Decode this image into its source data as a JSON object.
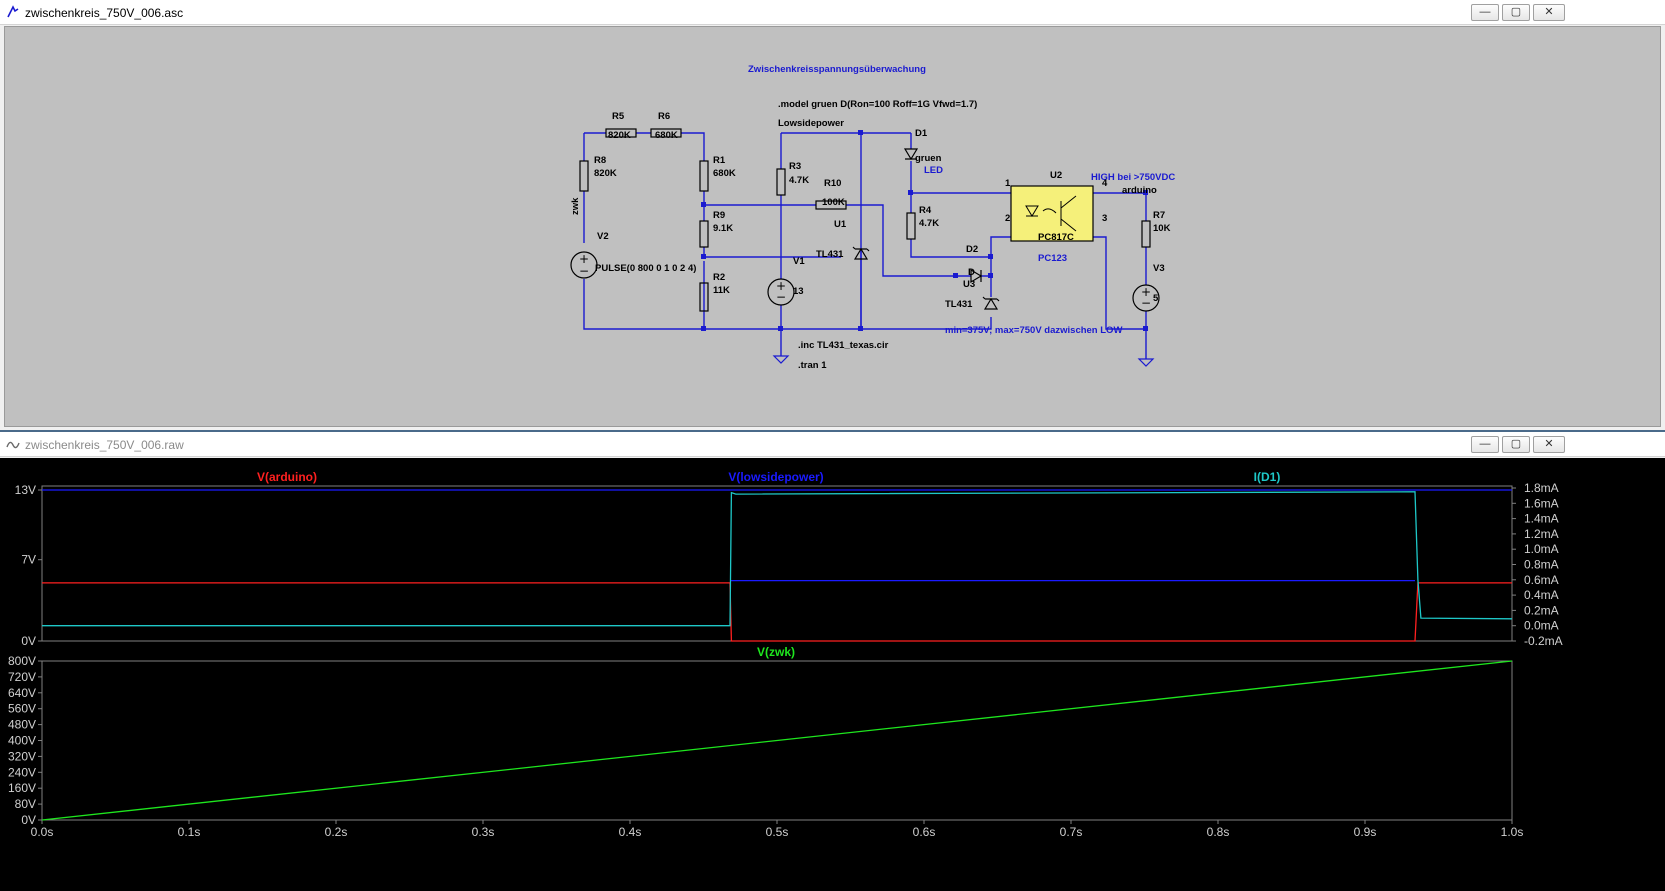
{
  "schematic_window": {
    "title": "zwischenkreis_750V_006.asc",
    "buttons": {
      "minimize": "—",
      "maximize": "▢",
      "close": "✕"
    }
  },
  "schematic": {
    "title_text": "Zwischenkreisspannungsüberwachung",
    "model_directive": ".model gruen D(Ron=100 Roff=1G Vfwd=1.7)",
    "inc_directive": ".inc TL431_texas.cir",
    "tran_directive": ".tran 1",
    "note_high": "HIGH bei >750VDC",
    "note_range": "min=375V;  max=750V dazwischen LOW",
    "net_labels": {
      "lowsidepower": "Lowsidepower",
      "arduino": "arduino",
      "zwk": "zwk"
    },
    "components": {
      "R5": {
        "name": "R5",
        "value": "820K"
      },
      "R6": {
        "name": "R6",
        "value": "680K"
      },
      "R8": {
        "name": "R8",
        "value": "820K"
      },
      "R1": {
        "name": "R1",
        "value": "680K"
      },
      "R9": {
        "name": "R9",
        "value": "9.1K"
      },
      "R2": {
        "name": "R2",
        "value": "11K"
      },
      "R3": {
        "name": "R3",
        "value": "4.7K"
      },
      "R10": {
        "name": "R10",
        "value": "100K"
      },
      "R4": {
        "name": "R4",
        "value": "4.7K"
      },
      "R7": {
        "name": "R7",
        "value": "10K"
      },
      "V2": {
        "name": "V2",
        "value": "PULSE(0 800 0 1 0 2 4)"
      },
      "V1": {
        "name": "V1",
        "value": "13"
      },
      "V3": {
        "name": "V3",
        "value": "5"
      },
      "U1": {
        "name": "U1",
        "value": "TL431"
      },
      "U3": {
        "name": "U3",
        "value": "TL431"
      },
      "D1": {
        "name": "D1",
        "value": "gruen",
        "extra": "LED"
      },
      "D2": {
        "name": "D2",
        "value": "D"
      },
      "U2": {
        "name": "U2",
        "value": "PC817C",
        "extra": "PC123"
      }
    },
    "pins": {
      "p1": "1",
      "p2": "2",
      "p3": "3",
      "p4": "4"
    }
  },
  "plot_window": {
    "title": "zwischenkreis_750V_006.raw",
    "buttons": {
      "minimize": "—",
      "maximize": "▢",
      "close": "✕"
    }
  },
  "colors": {
    "arduino": "#ff2020",
    "lowsidepower": "#1a1aff",
    "id1": "#1ec8c8",
    "zwk": "#1ee61e",
    "schematic_wire": "#1a1ad0"
  },
  "chart_data": [
    {
      "type": "line",
      "series": [
        {
          "name": "V(arduino)",
          "axis": "left",
          "points": [
            [
              0,
              5
            ],
            [
              0.468,
              5
            ],
            [
              0.469,
              0
            ],
            [
              0.934,
              0
            ],
            [
              0.936,
              5
            ],
            [
              1.0,
              5
            ]
          ]
        },
        {
          "name": "V(lowsidepower)",
          "axis": "left",
          "points": [
            [
              0,
              13
            ],
            [
              1.0,
              13
            ]
          ]
        },
        {
          "name": "I(D1)",
          "axis": "right",
          "points": [
            [
              0,
              0.0
            ],
            [
              0.468,
              0.0
            ],
            [
              0.469,
              1.74
            ],
            [
              0.472,
              1.72
            ],
            [
              0.934,
              1.75
            ],
            [
              0.936,
              0.6
            ],
            [
              0.938,
              0.1
            ],
            [
              1.0,
              0.09
            ]
          ]
        }
      ],
      "extra_line": {
        "name": "V(lowsidepower) trace",
        "points": [
          [
            0.468,
            5.2
          ],
          [
            0.934,
            5.2
          ]
        ]
      },
      "xlim": [
        0,
        1.0
      ],
      "ylim_left": [
        0,
        13
      ],
      "ylim_right": [
        -0.2,
        1.8
      ],
      "left_ticks": [
        "13V",
        "7V",
        "0V"
      ],
      "left_tick_values": [
        13,
        7,
        0
      ],
      "right_ticks": [
        "1.8mA",
        "1.6mA",
        "1.4mA",
        "1.2mA",
        "1.0mA",
        "0.8mA",
        "0.6mA",
        "0.4mA",
        "0.2mA",
        "0.0mA",
        "-0.2mA"
      ],
      "right_tick_values": [
        1.8,
        1.6,
        1.4,
        1.2,
        1.0,
        0.8,
        0.6,
        0.4,
        0.2,
        0.0,
        -0.2
      ]
    },
    {
      "type": "line",
      "series": [
        {
          "name": "V(zwk)",
          "axis": "left",
          "points": [
            [
              0,
              0
            ],
            [
              1.0,
              800
            ]
          ]
        }
      ],
      "xlim": [
        0,
        1.0
      ],
      "ylim_left": [
        0,
        800
      ],
      "left_ticks": [
        "800V",
        "720V",
        "640V",
        "560V",
        "480V",
        "400V",
        "320V",
        "240V",
        "160V",
        "80V",
        "0V"
      ],
      "left_tick_values": [
        800,
        720,
        640,
        560,
        480,
        400,
        320,
        240,
        160,
        80,
        0
      ],
      "x_ticks": [
        "0.0s",
        "0.1s",
        "0.2s",
        "0.3s",
        "0.4s",
        "0.5s",
        "0.6s",
        "0.7s",
        "0.8s",
        "0.9s",
        "1.0s"
      ],
      "x_tick_values": [
        0,
        0.1,
        0.2,
        0.3,
        0.4,
        0.5,
        0.6,
        0.7,
        0.8,
        0.9,
        1.0
      ]
    }
  ]
}
